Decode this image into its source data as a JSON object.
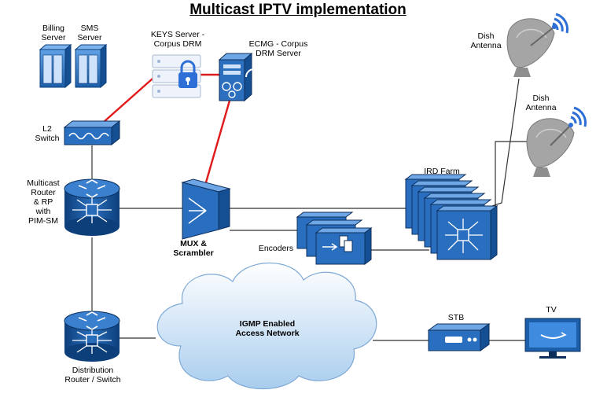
{
  "title": "Multicast IPTV implementation",
  "nodes": {
    "billing": "Billing\nServer",
    "sms": "SMS\nServer",
    "keys": "KEYS Server -\nCorpus DRM",
    "ecmg": "ECMG - Corpus\nDRM Server",
    "dish1": "Dish\nAntenna",
    "dish2": "Dish\nAntenna",
    "l2switch": "L2\nSwitch",
    "multicast_router": "Multicast\nRouter\n& RP\nwith\nPIM-SM",
    "mux": "MUX &\nScrambler",
    "ird": "IRD Farm",
    "encoders": "Encoders",
    "network": "IGMP Enabled\nAccess Network",
    "distribution": "Distribution\nRouter / Switch",
    "stb": "STB",
    "tv": "TV"
  },
  "colors": {
    "device_blue": "#1f5ea8",
    "device_dark": "#0d2f5c",
    "drm_link": "#e01a1a",
    "cloud": "#bcd9f4",
    "antenna_gray": "#9a9a9a"
  }
}
